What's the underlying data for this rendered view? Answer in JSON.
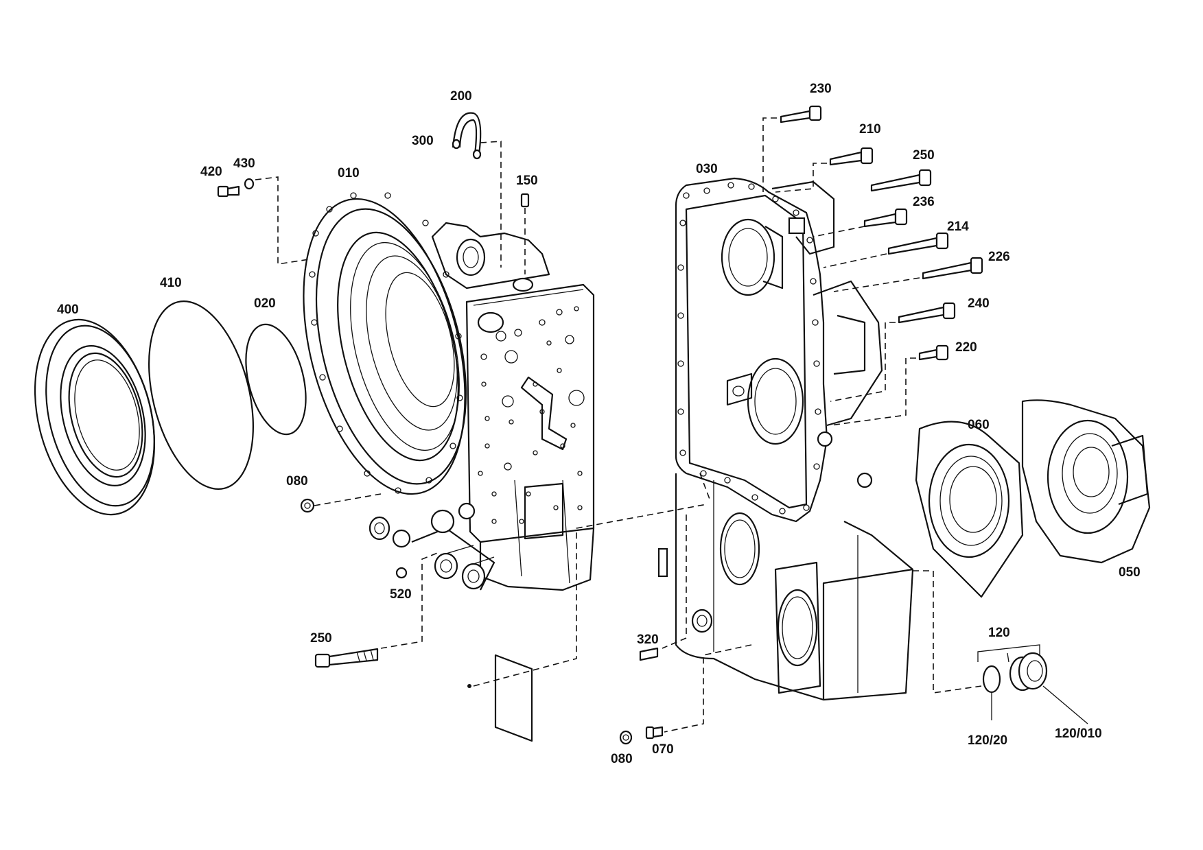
{
  "labels": {
    "p010": "010",
    "p020": "020",
    "p030": "030",
    "p050": "050",
    "p060": "060",
    "p070": "070",
    "p080a": "080",
    "p080b": "080",
    "p120": "120",
    "p120_010": "120/010",
    "p120_20": "120/20",
    "p150": "150",
    "p200": "200",
    "p210": "210",
    "p214": "214",
    "p220": "220",
    "p226": "226",
    "p230": "230",
    "p236": "236",
    "p240": "240",
    "p250a": "250",
    "p250b": "250",
    "p300": "300",
    "p320": "320",
    "p400": "400",
    "p410": "410",
    "p420": "420",
    "p430": "430",
    "p520": "520"
  }
}
